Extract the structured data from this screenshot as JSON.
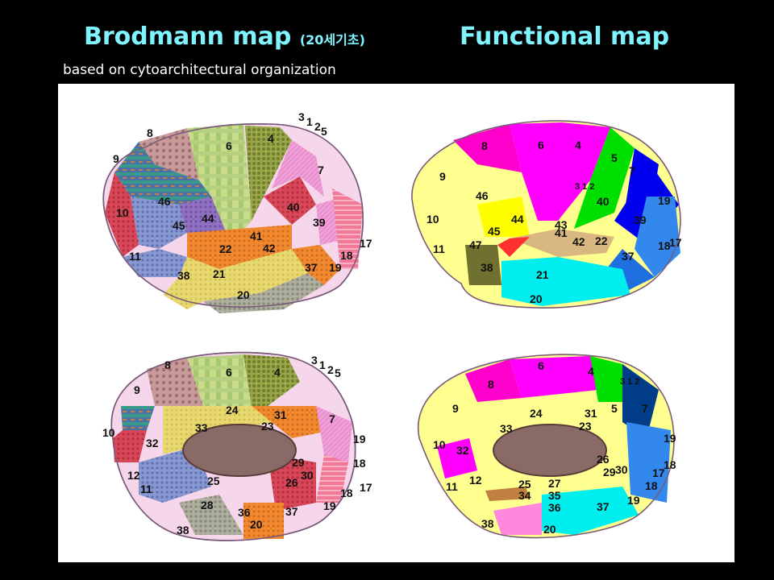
{
  "titles": {
    "left": "Brodmann map",
    "left_note": "(20세기초)",
    "right": "Functional map",
    "subtitle": "based on cytoarchitectural organization"
  },
  "brodmann_lateral_labels": [
    "3",
    "1",
    "2",
    "5",
    "8",
    "6",
    "4",
    "9",
    "7",
    "46",
    "10",
    "44",
    "40",
    "45",
    "39",
    "41",
    "42",
    "22",
    "17",
    "11",
    "18",
    "37",
    "19",
    "38",
    "21",
    "20"
  ],
  "brodmann_medial_labels": [
    "3",
    "1",
    "2",
    "5",
    "8",
    "6",
    "4",
    "9",
    "24",
    "31",
    "7",
    "10",
    "33",
    "23",
    "32",
    "19",
    "29",
    "18",
    "30",
    "12",
    "26",
    "11",
    "25",
    "17",
    "28",
    "36",
    "37",
    "19",
    "18",
    "38",
    "20"
  ],
  "functional_lateral_labels": [
    "8",
    "6",
    "4",
    "5",
    "7",
    "9",
    "3 1 2",
    "46",
    "40",
    "19",
    "10",
    "44",
    "39",
    "43",
    "41",
    "45",
    "42",
    "22",
    "47",
    "18",
    "17",
    "11",
    "37",
    "38",
    "21",
    "20"
  ],
  "functional_medial_labels": [
    "6",
    "4",
    "3 1 2",
    "8",
    "9",
    "24",
    "31",
    "5",
    "7",
    "33",
    "23",
    "19",
    "10",
    "32",
    "26",
    "18",
    "29",
    "30",
    "17",
    "12",
    "11",
    "25",
    "27",
    "18",
    "34",
    "35",
    "36",
    "37",
    "19",
    "38",
    "20"
  ]
}
